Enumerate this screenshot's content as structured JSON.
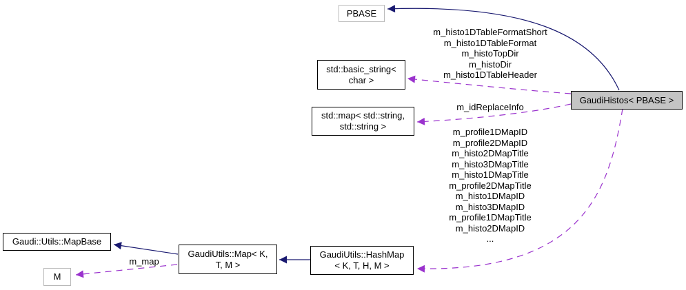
{
  "colors": {
    "inheritance_edge": "#191970",
    "usage_edge": "#9a32cd",
    "node_bg": "#ffffff",
    "node_border": "#000000",
    "external_node_border": "#b9b9b9",
    "focus_node_bg": "#c4c4c4",
    "text": "#000000"
  },
  "nodes": {
    "pbase": {
      "label": "PBASE"
    },
    "basic_string": {
      "label": "std::basic_string<\nchar >"
    },
    "std_map": {
      "label": "std::map< std::string,\nstd::string >"
    },
    "gaudi_histos": {
      "label": "GaudiHistos< PBASE >"
    },
    "map_base": {
      "label": "Gaudi::Utils::MapBase"
    },
    "m": {
      "label": "M"
    },
    "gaudi_map": {
      "label": "GaudiUtils::Map< K,\nT, M >"
    },
    "hash_map": {
      "label": "GaudiUtils::HashMap\n< K, T, H, M >"
    }
  },
  "edge_labels": {
    "string_members": "m_histo1DTableFormatShort\nm_histo1DTableFormat\nm_histoTopDir\nm_histoDir\nm_histo1DTableHeader",
    "id_replace": "m_idReplaceInfo",
    "map_members": "m_profile1DMapID\nm_profile2DMapID\nm_histo2DMapTitle\nm_histo3DMapTitle\nm_histo1DMapTitle\nm_profile2DMapTitle\nm_histo1DMapID\nm_histo3DMapID\nm_profile1DMapTitle\nm_histo2DMapID\n...",
    "m_map": "m_map"
  }
}
